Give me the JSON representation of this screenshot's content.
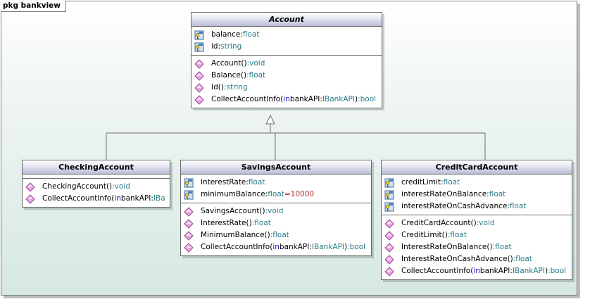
{
  "package": {
    "label": "pkg bankview"
  },
  "classes": {
    "account": {
      "name": "Account",
      "attributes": [
        {
          "name": "balance",
          "sep": ":",
          "type": "float"
        },
        {
          "name": "id",
          "sep": ":",
          "type": "string"
        }
      ],
      "operations": [
        {
          "name": "Account",
          "params_open": "()",
          "ret": ":void"
        },
        {
          "name": "Balance",
          "params_open": "()",
          "ret": ":float"
        },
        {
          "name": "Id",
          "params_open": "()",
          "ret": ":string"
        },
        {
          "name": "CollectAccountInfo",
          "params_open": "(",
          "kw": "in",
          "param": " bankAPI:",
          "ptype": "IBankAPI",
          "close": ")",
          "ret": ":bool"
        }
      ]
    },
    "checking": {
      "name": "CheckingAccount",
      "operations": [
        {
          "name": "CheckingAccount",
          "params_open": "()",
          "ret": ":void"
        },
        {
          "name": "CollectAccountInfo",
          "params_open": "(",
          "kw": "in",
          "param": " bankAPI:",
          "ptype": "IBa"
        }
      ]
    },
    "savings": {
      "name": "SavingsAccount",
      "attributes": [
        {
          "name": "interestRate",
          "sep": ":",
          "type": "float"
        },
        {
          "name": "minimumBalance",
          "sep": ":",
          "type": "float",
          "default": "=10000"
        }
      ],
      "operations": [
        {
          "name": "SavingsAccount",
          "params_open": "()",
          "ret": ":void"
        },
        {
          "name": "InterestRate",
          "params_open": "()",
          "ret": ":float"
        },
        {
          "name": "MinimumBalance",
          "params_open": "()",
          "ret": ":float"
        },
        {
          "name": "CollectAccountInfo",
          "params_open": "(",
          "kw": "in",
          "param": " bankAPI:",
          "ptype": "IBankAPI",
          "close": ")",
          "ret": ":bool"
        }
      ]
    },
    "credit": {
      "name": "CreditCardAccount",
      "attributes": [
        {
          "name": "creditLimit",
          "sep": ":",
          "type": "float"
        },
        {
          "name": "interestRateOnBalance",
          "sep": ":",
          "type": "float"
        },
        {
          "name": "interestRateOnCashAdvance",
          "sep": ":",
          "type": "float"
        }
      ],
      "operations": [
        {
          "name": "CreditCardAccount",
          "params_open": "()",
          "ret": ":void"
        },
        {
          "name": "CreditLimit",
          "params_open": "()",
          "ret": ":float"
        },
        {
          "name": "InterestRateOnBalance",
          "params_open": "()",
          "ret": ":float"
        },
        {
          "name": "InterestRateOnCashAdvance",
          "params_open": "()",
          "ret": ":float"
        },
        {
          "name": "CollectAccountInfo",
          "params_open": "(",
          "kw": "in",
          "param": " bankAPI:",
          "ptype": "IBankAPI",
          "close": ")",
          "ret": ":bool"
        }
      ]
    }
  },
  "icons": {
    "attribute": "attribute-key-icon",
    "operation": "operation-diamond-icon"
  },
  "colors": {
    "type": "#2a7b8b",
    "keyword": "#1515c8",
    "default_value": "#b03030",
    "header_bottom": "#b9bcd6"
  }
}
